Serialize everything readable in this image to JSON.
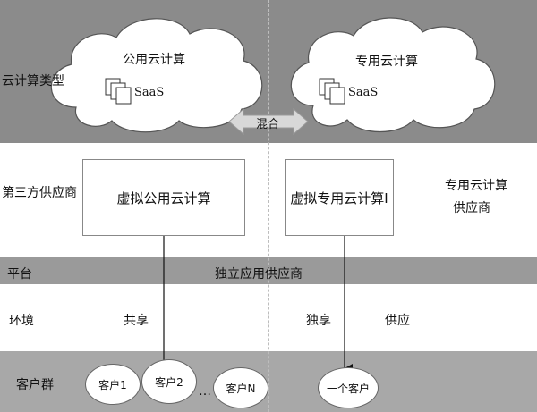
{
  "diagram": {
    "row_labels": {
      "cloud_type": "云计算类型",
      "third_party": "第三方供应商",
      "platform": "平台",
      "environment": "环境",
      "customer_group": "客户群"
    },
    "clouds": {
      "public": {
        "title": "公用云计算",
        "saas": "SaaS"
      },
      "private": {
        "title": "专用云计算",
        "saas": "SaaS"
      }
    },
    "hybrid_label": "混合",
    "boxes": {
      "virtual_public": "虚拟公用云计算",
      "virtual_private": "虚拟专用云计算I"
    },
    "private_provider": [
      "专用云计算",
      "供应商"
    ],
    "platform_center": "独立应用供应商",
    "environment": {
      "shared": "共享",
      "exclusive": "独享",
      "supply": "供应"
    },
    "customers": {
      "c1": "客户1",
      "c2": "客户2",
      "ellipsis": "…",
      "cn": "客户N",
      "single": "一个客户"
    }
  }
}
